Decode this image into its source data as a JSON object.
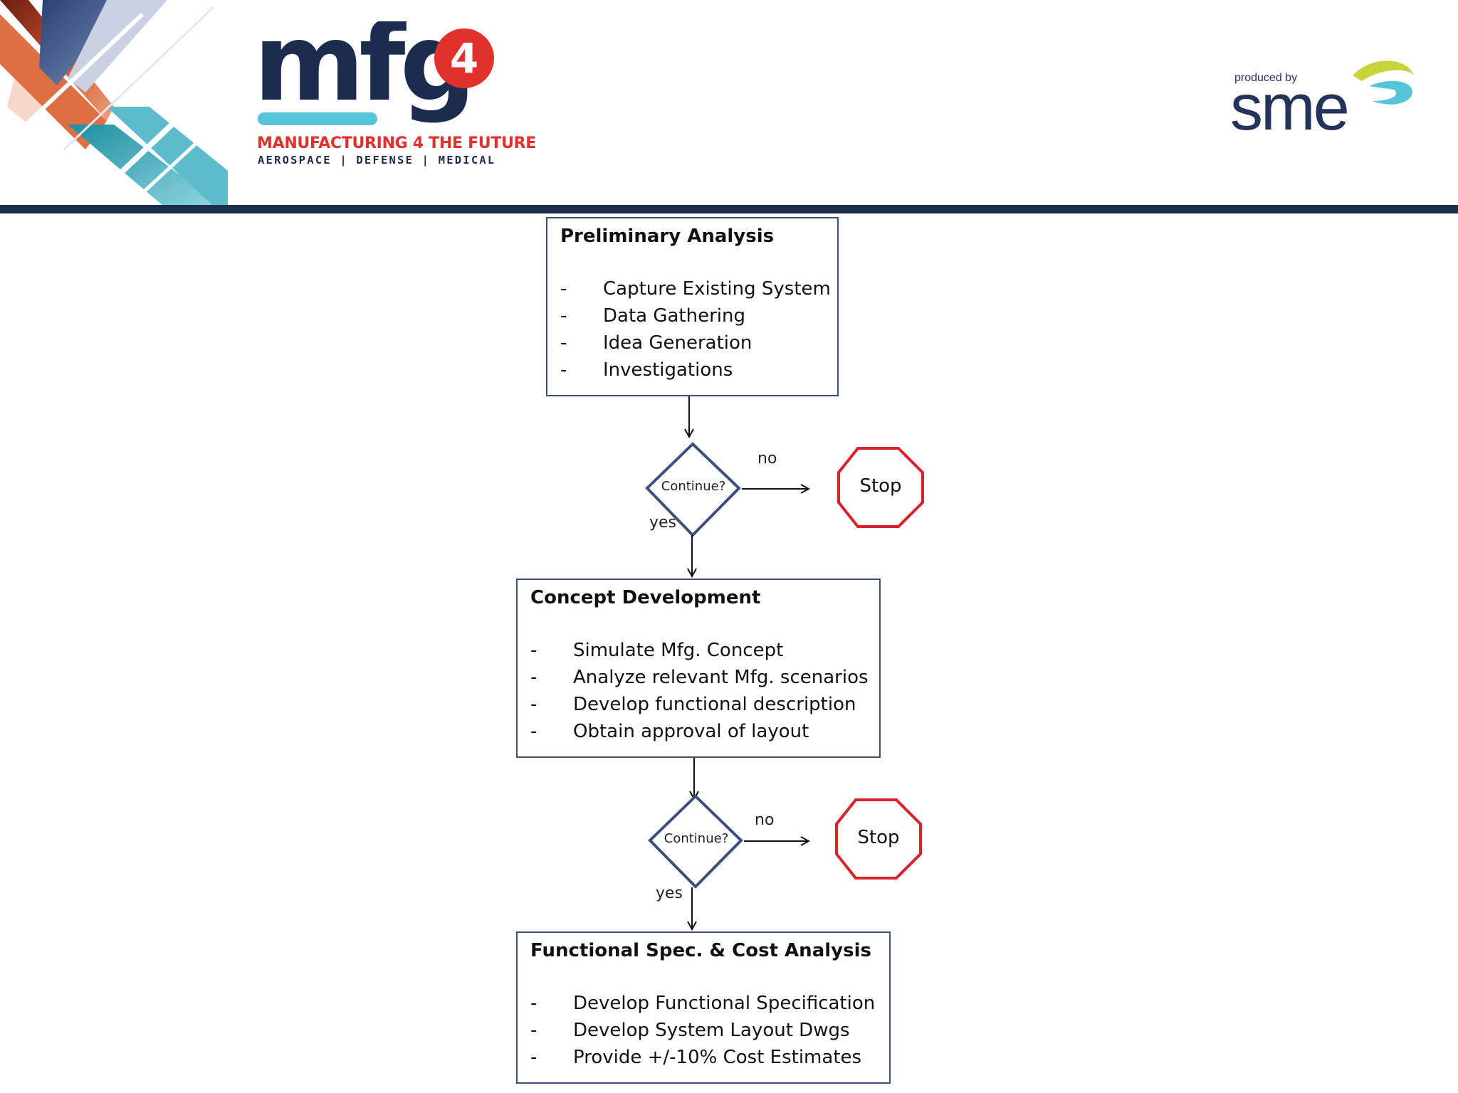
{
  "header": {
    "brand": "mfg",
    "brand_superscript": "4",
    "tagline": "MANUFACTURING 4 THE FUTURE",
    "subtagline": "AEROSPACE | DEFENSE | MEDICAL",
    "produced_by": "produced by",
    "producer": "sme",
    "colors": {
      "navy": "#1d2b4e",
      "red": "#e0312c",
      "cyan": "#55c3d8",
      "lime": "#c8d43a"
    }
  },
  "flowchart": {
    "steps": [
      {
        "title": "Preliminary Analysis",
        "items": [
          "Capture Existing System",
          "Data Gathering",
          "Idea Generation",
          "Investigations"
        ]
      },
      {
        "title": "Concept Development",
        "items": [
          "Simulate Mfg. Concept",
          "Analyze relevant Mfg. scenarios",
          "Develop functional description",
          "Obtain approval of layout"
        ]
      },
      {
        "title": "Functional  Spec. & Cost Analysis",
        "items": [
          "Develop Functional Specification",
          "Develop System Layout Dwgs",
          "Provide +/-10% Cost Estimates"
        ]
      }
    ],
    "decisions": [
      {
        "label": "Continue?",
        "no_label": "no",
        "yes_label": "yes",
        "stop_label": "Stop"
      },
      {
        "label": "Continue?",
        "no_label": "no",
        "yes_label": "yes",
        "stop_label": "Stop"
      }
    ],
    "bullet": "-",
    "colors": {
      "box_border": "#3b5278",
      "stop_border": "#d9232b",
      "text": "#111111"
    }
  }
}
